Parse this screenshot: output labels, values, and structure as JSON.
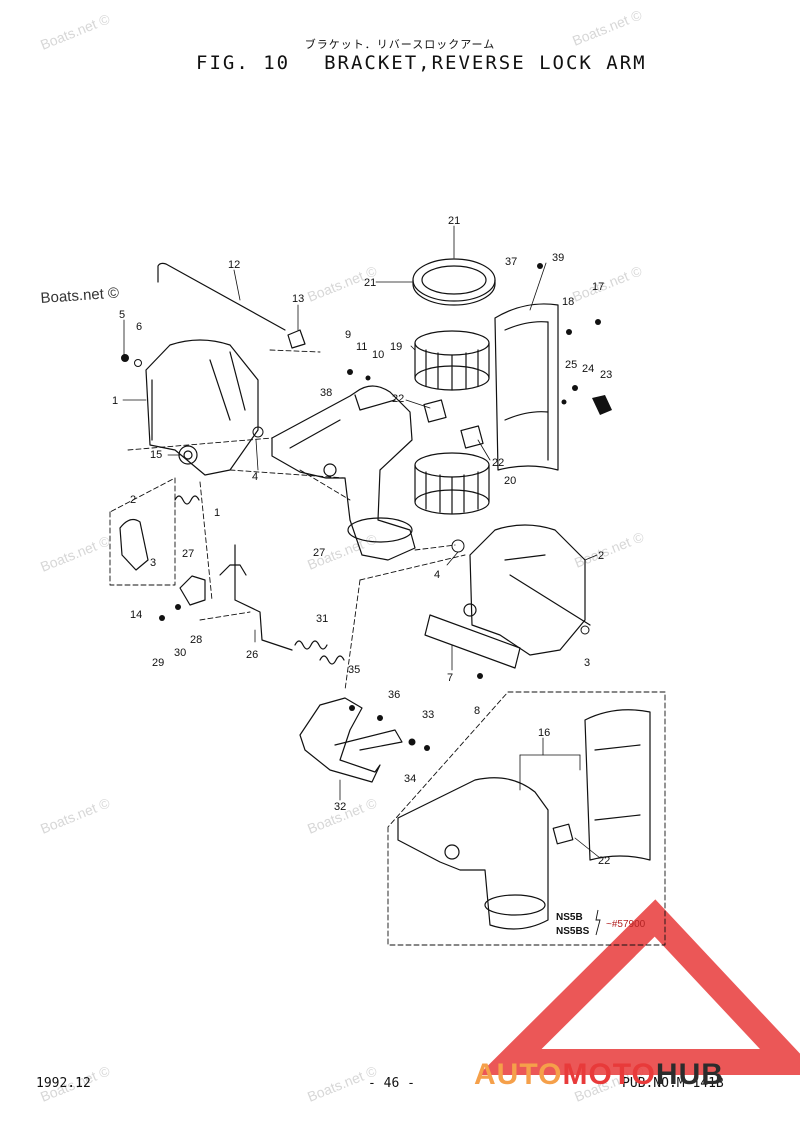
{
  "header": {
    "title_jp": "ブラケット．リバースロックアーム",
    "fig_label": "FIG. 10",
    "title_en": "BRACKET,REVERSE LOCK ARM"
  },
  "watermark": {
    "text": "Boats.net ©"
  },
  "callouts": [
    "21",
    "21",
    "37",
    "39",
    "12",
    "13",
    "17",
    "18",
    "5",
    "6",
    "9",
    "11",
    "10",
    "19",
    "25",
    "24",
    "23",
    "1",
    "38",
    "22",
    "22",
    "15",
    "4",
    "20",
    "2",
    "1",
    "3",
    "27",
    "27",
    "2",
    "4",
    "14",
    "28",
    "29",
    "30",
    "31",
    "26",
    "7",
    "3",
    "35",
    "36",
    "33",
    "8",
    "34",
    "32",
    "16",
    "22"
  ],
  "inset": {
    "models": [
      "NS5B",
      "NS5BS"
    ],
    "serial": "~#57900"
  },
  "footer": {
    "date": "1992.12",
    "page": "- 46 -",
    "pub": "PUB.NO.M-141B"
  },
  "brand": {
    "part1": "AUTO",
    "part2": "MOTO",
    "part3": "HUB"
  },
  "colors": {
    "brand_red": "#e83a3a",
    "brand_orange": "#f5a04a",
    "brand_dark": "#2c2c2c",
    "line": "#111111"
  }
}
